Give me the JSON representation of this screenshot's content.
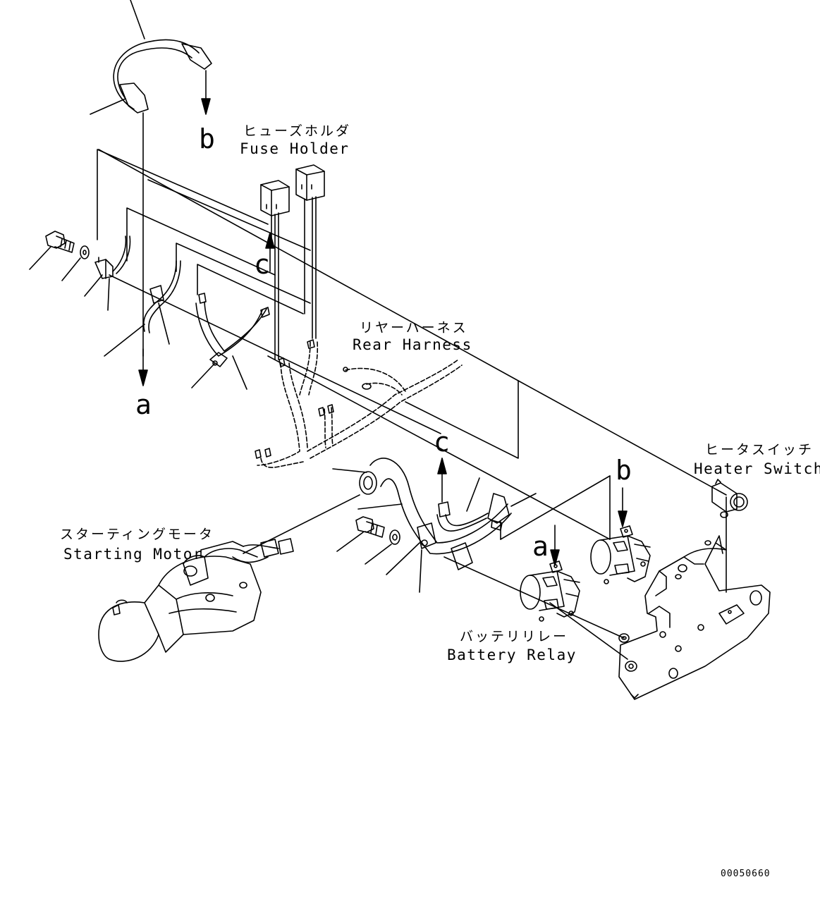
{
  "labels": {
    "fuse_holder_jp": "ヒューズホルダ",
    "fuse_holder_en": "Fuse Holder",
    "rear_harness_jp": "リヤーハーネス",
    "rear_harness_en": "Rear Harness",
    "heater_switch_jp": "ヒータスイッチ",
    "heater_switch_en": "Heater Switch",
    "starting_motor_jp": "スターティングモータ",
    "starting_motor_en": "Starting Motor",
    "battery_relay_jp": "バッテリリレー",
    "battery_relay_en": "Battery Relay"
  },
  "connection_letters": {
    "a": "a",
    "b": "b",
    "c": "c"
  },
  "drawing_number": "00050660"
}
